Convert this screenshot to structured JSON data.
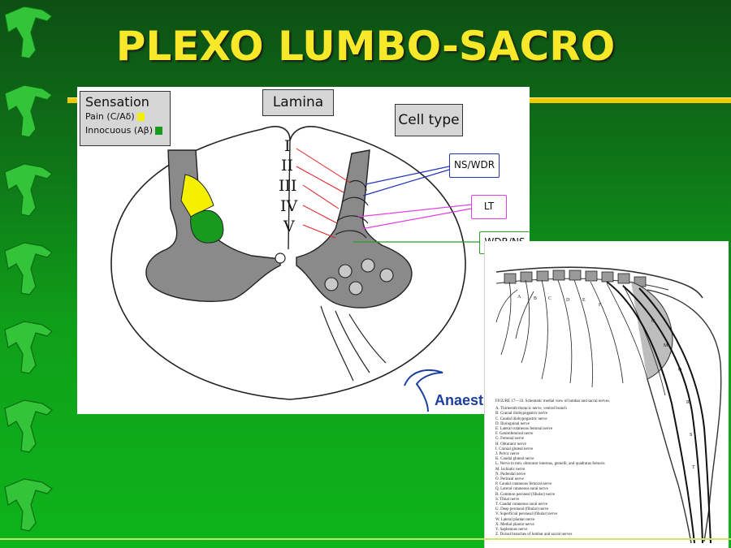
{
  "title": "PLEXO LUMBO-SACRO",
  "diagram": {
    "sensation": {
      "title": "Sensation",
      "pain": "Pain (C/Aδ)",
      "innocuous": "Innocuous (Aβ)",
      "pain_color": "#f4f000",
      "innocuous_color": "#179a1e"
    },
    "lamina_label": "Lamina",
    "cell_type_label": "Cell type",
    "laminae": [
      "I",
      "II",
      "III",
      "IV",
      "V"
    ],
    "cell_types": [
      {
        "label": "NS/WDR",
        "line_color": "#2233bb"
      },
      {
        "label": "LT",
        "line_color": "#e040e0"
      },
      {
        "label": "WDR/NS",
        "line_color": "#2aa02a"
      }
    ],
    "lamina_line_color": "#e02020",
    "logo_text": "Anaesth"
  },
  "atlas": {
    "figure_title": "FIGURE 17—33. Schematic medial view of lumbar and sacral nerves.",
    "legend": [
      "A. Thirteenth thoracic nerve, ventral branch",
      "B. Cranial iliohypogastric nerve",
      "C. Caudal iliohypogastric nerve",
      "D. Ilioinguinal nerve",
      "E. Lateral cutaneous femoral nerve",
      "F. Genitofemoral nerve",
      "G. Femoral nerve",
      "H. Obturator nerve",
      "I. Cranial gluteal nerve",
      "J. Pelvic nerve",
      "K. Caudal gluteal nerve",
      "L. Nerve to mm. obturator internus, gemelli, and quadratus femoris",
      "M. Ischiatic nerve",
      "N. Pudendal nerve",
      "O. Perineal nerve",
      "P. Caudal cutaneous femoral nerve",
      "Q. Lateral cutaneous sural nerve",
      "R. Common peroneal (fibular) nerve",
      "S. Tibial nerve",
      "T. Caudal cutaneous sural nerve",
      "U. Deep peroneal (fibular) nerve",
      "V. Superficial peroneal (fibular) nerve",
      "W. Lateral plantar nerve",
      "X. Medial plantar nerve",
      "Y. Saphenous nerve",
      "Z. Dorsal branches of lumbar and sacral nerves"
    ]
  }
}
